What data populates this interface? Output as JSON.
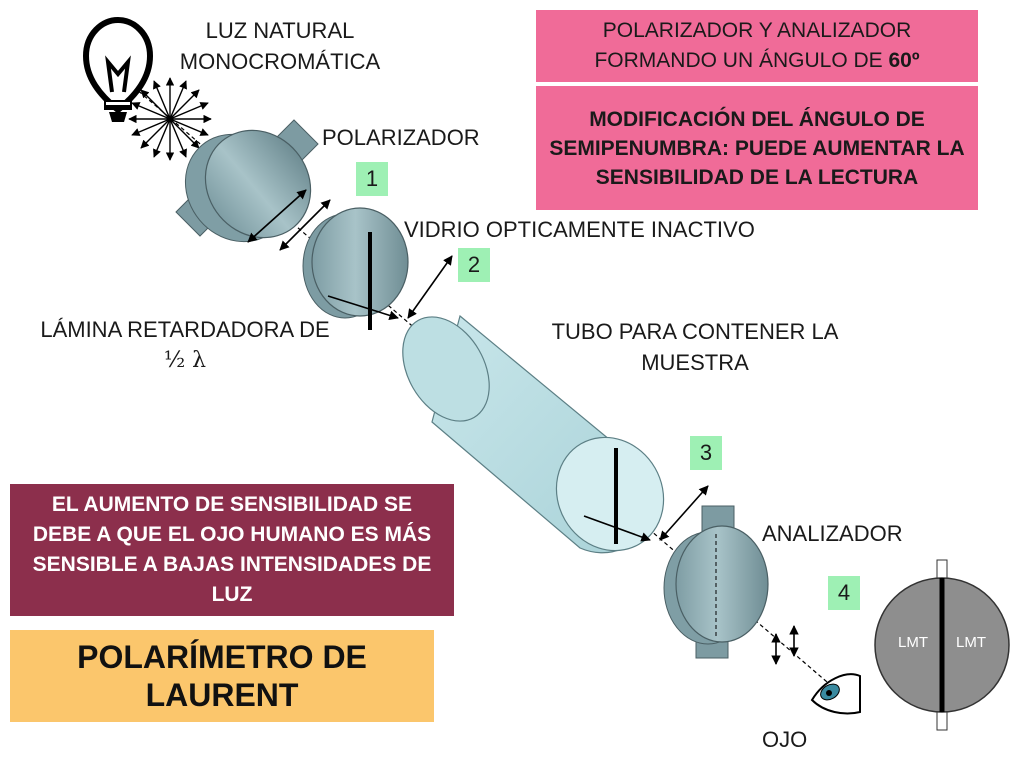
{
  "labels": {
    "luz_line1": "LUZ NATURAL",
    "luz_line2": "MONOCROMÁTICA",
    "polarizador": "POLARIZADOR",
    "vidrio": "VIDRIO OPTICAMENTE INACTIVO",
    "lamina_line1": "LÁMINA RETARDADORA DE",
    "lamina_line2": "½ λ",
    "tubo_line1": "TUBO PARA CONTENER LA",
    "tubo_line2": "MUESTRA",
    "analizador": "ANALIZADOR",
    "ojo": "OJO"
  },
  "boxes": {
    "angle_line1": "POLARIZADOR Y ANALIZADOR",
    "angle_line2": "FORMANDO UN ÁNGULO DE",
    "angle_value": "60º",
    "semipenumbra": "MODIFICACIÓN DEL ÁNGULO DE SEMIPENUMBRA: PUEDE AUMENTAR LA SENSIBILIDAD DE LA LECTURA",
    "sensibilidad": "EL AUMENTO DE SENSIBILIDAD SE DEBE A QUE EL OJO HUMANO ES MÁS SENSIBLE A BAJAS INTENSIDADES DE LUZ",
    "title_line1": "POLARÍMETRO DE",
    "title_line2": "LAURENT"
  },
  "steps": [
    "1",
    "2",
    "3",
    "4"
  ],
  "field_view": {
    "left": "LMT",
    "right": "LMT"
  },
  "colors": {
    "pink_box": "#f06b98",
    "maroon_box": "#8c2f4c",
    "title_box": "#fbc66c",
    "step_badge": "#9ef0b4",
    "optic_body": "#8aa9b0",
    "sample_tube": "#bfe0e4",
    "field_of_view": "#8e8e8e"
  },
  "icons": [
    "bulb-icon",
    "eye-icon"
  ]
}
